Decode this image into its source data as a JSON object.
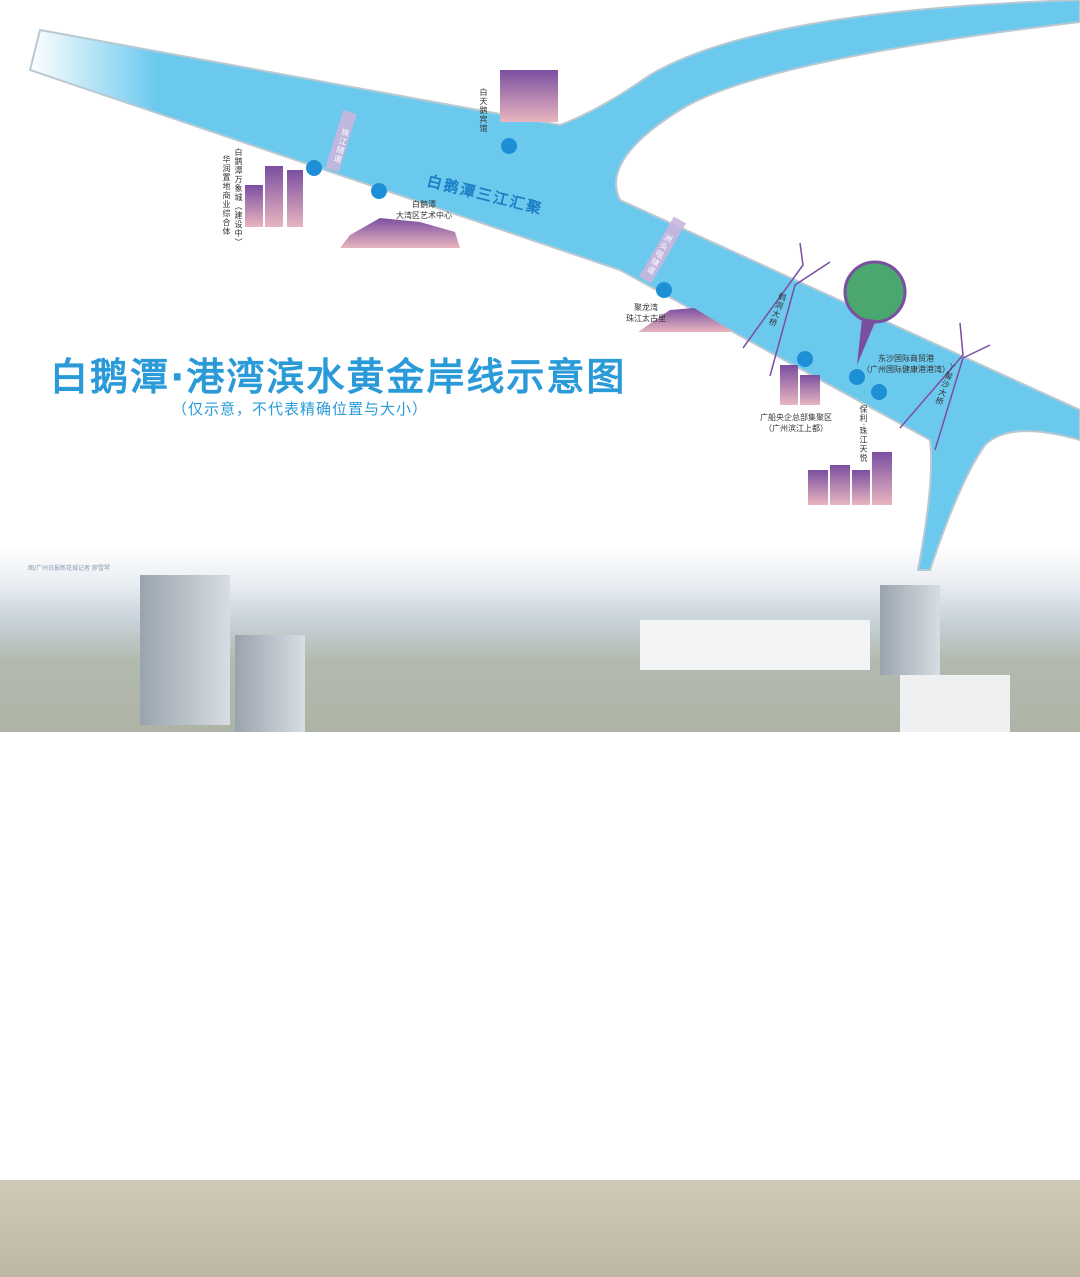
{
  "title": "白鹅潭·港湾滨水黄金岸线示意图",
  "subtitle": "（仅示意，不代表精确位置与大小）",
  "river_name": "白鹅潭三江汇聚",
  "tunnels": [
    "珠江隧道",
    "洲头咀隧道"
  ],
  "bridges": [
    "鹤洞大桥",
    "丫髻沙大桥"
  ],
  "landmarks": {
    "baietan_hotel": "白天鹅宾馆",
    "wanxiangcheng": "白鹅潭万象城（建设中）",
    "huarun": "华润置地商业综合体",
    "art_center_1": "白鹅潭",
    "art_center_2": "大湾区艺术中心",
    "julongwan_1": "聚龙湾",
    "julongwan_2": "珠江太古里",
    "guangchuan_1": "广船央企总部集聚区",
    "guangchuan_2": "（广州滨江上都）",
    "dongsha_1": "东沙国际商贸港",
    "dongsha_2": "（广州国际健康港港湾）",
    "poly": "保利·珠江天悦"
  },
  "credit": "图/广州日报新花城记者 廖雪琴",
  "colors": {
    "river": "#6cc9ee",
    "accent": "#2a9ad8",
    "purple": "#7b4fa0"
  }
}
